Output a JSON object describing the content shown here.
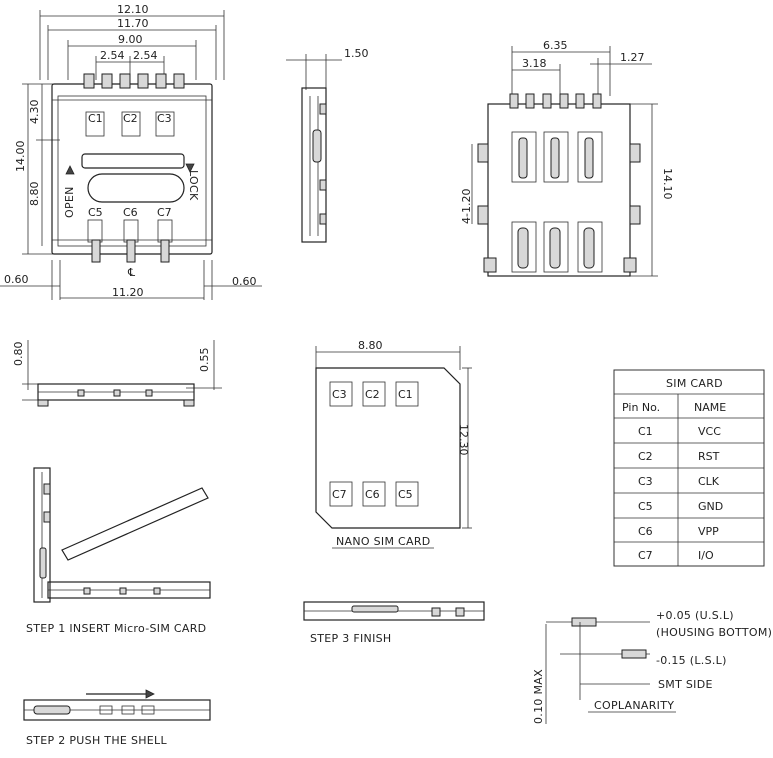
{
  "top_view": {
    "dims": {
      "width_outer": "12.10",
      "width_mid": "11.70",
      "pin_span": "9.00",
      "pitch_a": "2.54",
      "pitch_b": "2.54",
      "height_top": "4.30",
      "height_total": "14.00",
      "height_mid": "8.80",
      "edge_left": "0.60",
      "edge_right": "0.60",
      "width_bottom": "11.20"
    },
    "pins_top": [
      "C1",
      "C2",
      "C3"
    ],
    "pins_bottom": [
      "C5",
      "C6",
      "C7"
    ],
    "open_label": "OPEN",
    "lock_label": "LOCK",
    "center_mark": "℄"
  },
  "side_view_a": {
    "dim_width": "1.50"
  },
  "pcb_view": {
    "dims": {
      "span": "6.35",
      "pitch": "3.18",
      "pad": "1.27",
      "height": "14.10",
      "hole_spec": "4-1.20"
    }
  },
  "profile_view": {
    "dim_left": "0.80",
    "dim_right": "0.55"
  },
  "nano_card": {
    "width": "8.80",
    "height": "12.30",
    "pins_top": [
      "C3",
      "C2",
      "C1"
    ],
    "pins_bottom": [
      "C7",
      "C6",
      "C5"
    ],
    "caption": "NANO SIM CARD"
  },
  "sim_table": {
    "title": "SIM CARD",
    "headers": [
      "Pin No.",
      "NAME"
    ],
    "rows": [
      [
        "C1",
        "VCC"
      ],
      [
        "C2",
        "RST"
      ],
      [
        "C3",
        "CLK"
      ],
      [
        "C5",
        "GND"
      ],
      [
        "C6",
        "VPP"
      ],
      [
        "C7",
        "I/O"
      ]
    ]
  },
  "steps": {
    "step1": "STEP 1 INSERT Micro-SIM CARD",
    "step2": "STEP 2   PUSH THE SHELL",
    "step3": "STEP 3   FINISH"
  },
  "coplanarity": {
    "usl": "+0.05 (U.S.L)",
    "housing": "(HOUSING BOTTOM)",
    "lsl": "-0.15 (L.S.L)",
    "smt": "SMT SIDE",
    "max": "0.10 MAX",
    "title": "COPLANARITY"
  }
}
